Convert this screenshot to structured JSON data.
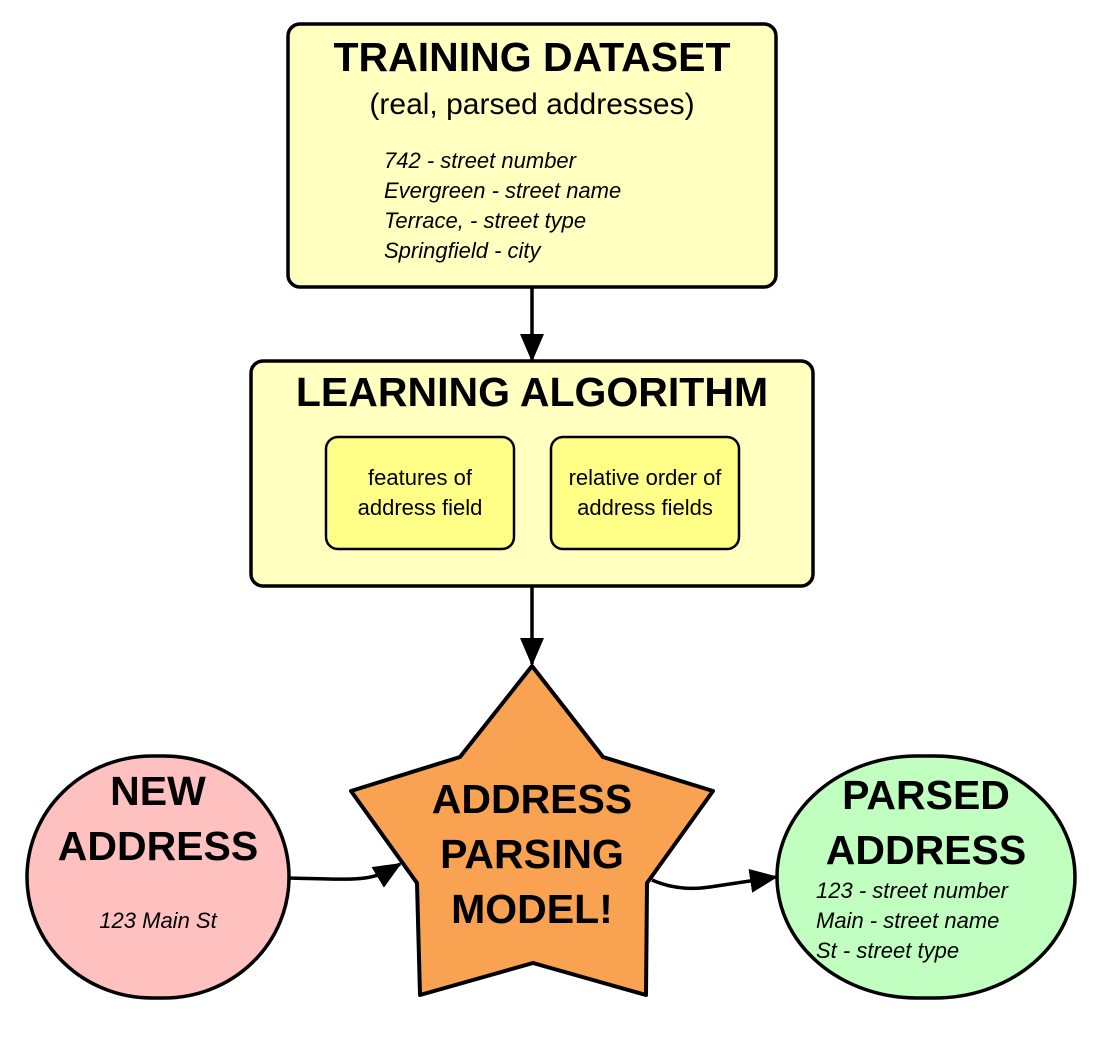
{
  "colors": {
    "training_fill": "#ffffc0",
    "learning_fill": "#ffffc0",
    "inner_fill": "#ffff88",
    "star_fill": "#f9a352",
    "new_fill": "#ffc0c0",
    "parsed_fill": "#c0ffc0",
    "stroke": "#000000"
  },
  "training": {
    "title": "TRAINING DATASET",
    "subtitle": "(real, parsed addresses)",
    "lines": [
      "742 - street number",
      "Evergreen - street name",
      "Terrace, - street type",
      "Springfield - city"
    ]
  },
  "learning": {
    "title": "LEARNING ALGORITHM",
    "boxes": [
      {
        "line1": "features of",
        "line2": "address field"
      },
      {
        "line1": "relative order of",
        "line2": "address fields"
      }
    ]
  },
  "model": {
    "lines": [
      "ADDRESS",
      "PARSING",
      "MODEL!"
    ]
  },
  "new_address": {
    "lines": [
      "NEW",
      "ADDRESS"
    ],
    "example": "123 Main St"
  },
  "parsed_address": {
    "lines": [
      "PARSED",
      "ADDRESS"
    ],
    "fields": [
      "123 - street number",
      "Main - street name",
      "St - street type"
    ]
  }
}
